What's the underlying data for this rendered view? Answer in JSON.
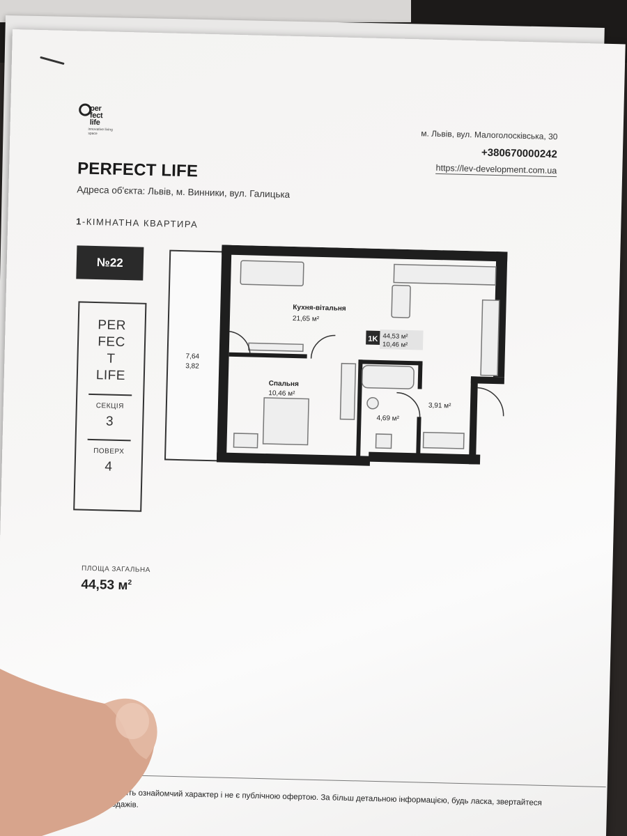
{
  "header": {
    "logo_text": "per fect life",
    "logo_tagline": "innovative living space",
    "address": "м. Львів, вул. Малоголосківська, 30",
    "phone": "+380670000242",
    "url": "https://lev-development.com.ua"
  },
  "title": "PERFECT LIFE",
  "object_address": "Адреса об'єкта: Львів, м. Винники, вул. Галицька",
  "apartment_type": {
    "rooms": "1",
    "label": "-КІМНАТНА КВАРТИРА"
  },
  "apartment_number": "№22",
  "info_box": {
    "brand_lines": [
      "PER",
      "FEC",
      "T",
      "LIFE"
    ],
    "section_label": "СЕКЦІЯ",
    "section_value": "3",
    "floor_label": "ПОВЕРХ",
    "floor_value": "4"
  },
  "plan": {
    "kitchen_label": "Кухня-вітальня",
    "kitchen_area": "21,65 м²",
    "bedroom_label": "Спальня",
    "bedroom_area": "10,46 м²",
    "badge": "1K",
    "badge_total": "44,53 м²",
    "badge_living": "10,46 м²",
    "balcony_area_1": "7,64",
    "balcony_area_2": "3,82",
    "bath_area": "4,69 м²",
    "hall_area": "3,91 м²"
  },
  "total_area": {
    "label": "ПЛОЩА ЗАГАЛЬНА",
    "value": "44,53 м",
    "unit_sup": "2"
  },
  "footer": {
    "line1": "Вказані ціни носять ознайомчий характер і не є публічною офертою. За більш детальною інформацією, будь ласка, звертайтеся",
    "line2": "до відділу продажів."
  },
  "colors": {
    "wall": "#1e1e1e",
    "badge_bg": "#2a2a2a",
    "paper": "#f6f5f4"
  }
}
